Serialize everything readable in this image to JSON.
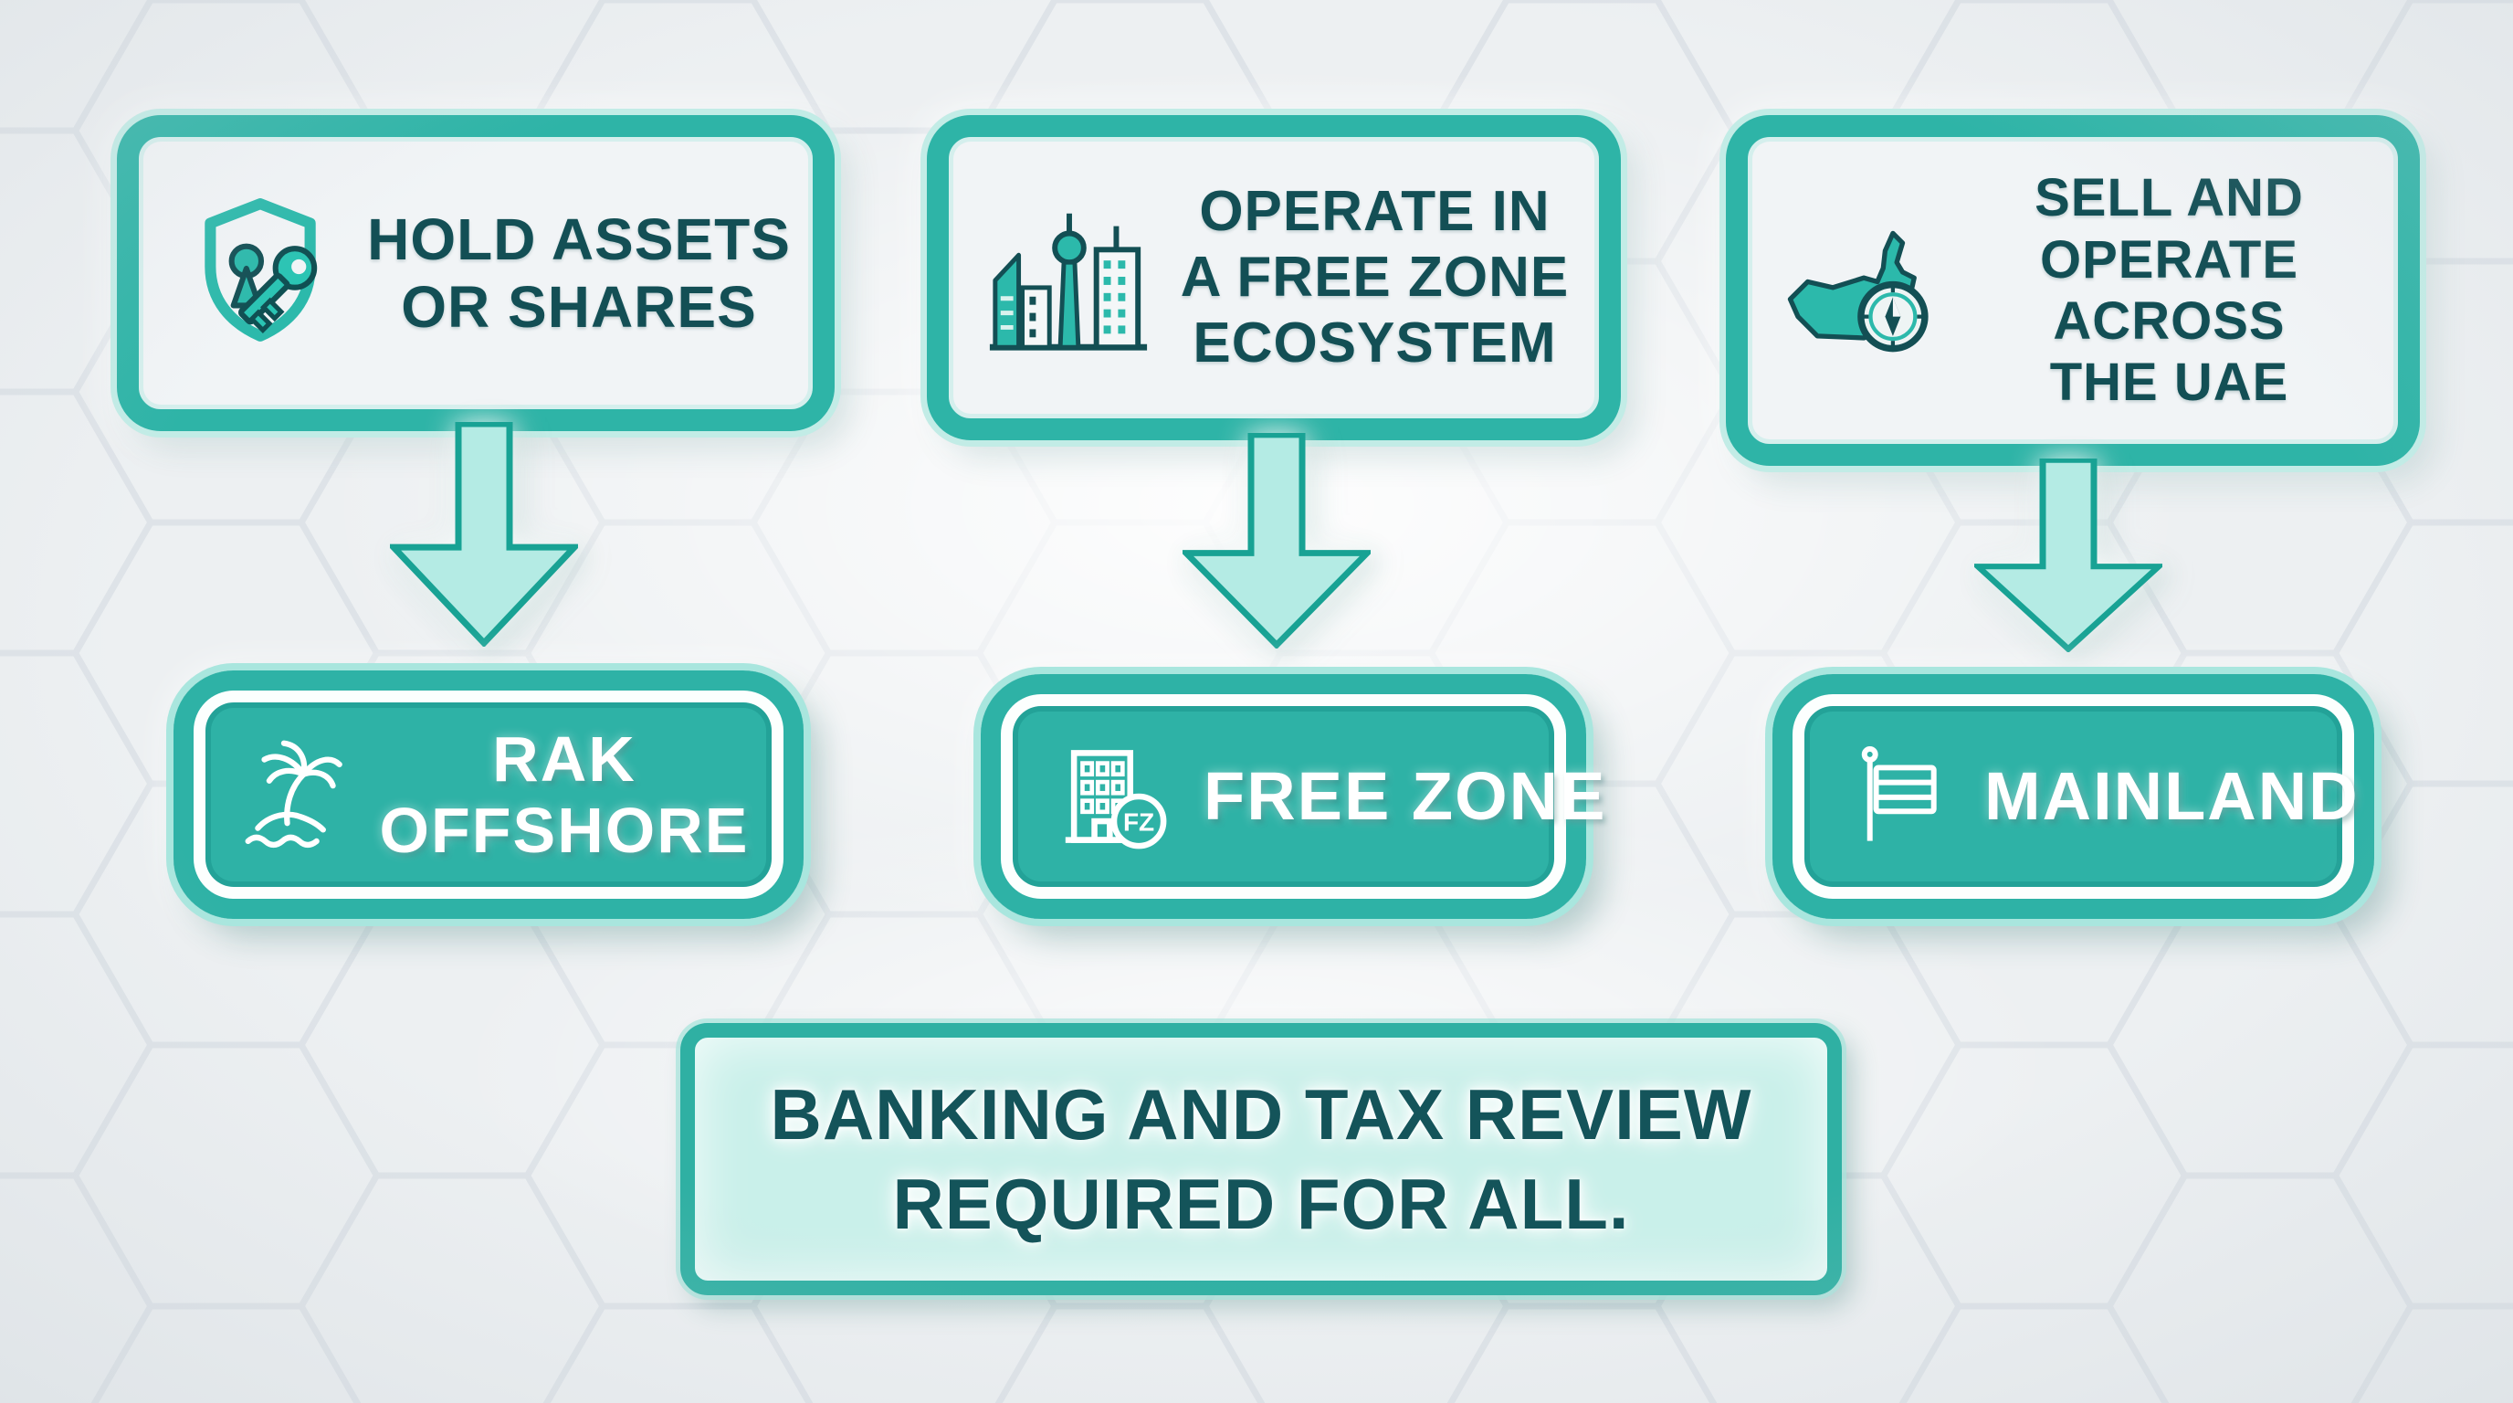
{
  "columns": [
    {
      "id": "rak-offshore",
      "top": {
        "lines": [
          "HOLD ASSETS",
          "OR SHARES"
        ],
        "icon": "shield-key-icon"
      },
      "bottom": {
        "lines": [
          "RAK",
          "OFFSHORE"
        ],
        "icon": "palm-island-icon"
      }
    },
    {
      "id": "free-zone",
      "top": {
        "lines": [
          "OPERATE IN",
          "A FREE ZONE",
          "ECOSYSTEM"
        ],
        "icon": "city-skyline-icon"
      },
      "bottom": {
        "lines": [
          "FREE ZONE"
        ],
        "badge": "FZ",
        "icon": "building-fz-icon"
      }
    },
    {
      "id": "mainland",
      "top": {
        "lines": [
          "SELL AND",
          "OPERATE",
          "ACROSS",
          "THE UAE"
        ],
        "icon": "uae-map-compass-icon"
      },
      "bottom": {
        "lines": [
          "MAINLAND"
        ],
        "icon": "flag-icon"
      }
    }
  ],
  "footer": {
    "lines": [
      "BANKING AND TAX REVIEW",
      "REQUIRED FOR ALL."
    ]
  },
  "colors": {
    "teal": "#2eb2a6",
    "teal_border": "#2eb4a7",
    "teal_dark_outline": "#134f55",
    "arrow_fill": "#b4ebe4",
    "arrow_stroke": "#18a294",
    "card_bg": "#f1f4f6",
    "banner_bg": "#c9f0ea",
    "page_bg": "#edf0f2",
    "text_dark": "#134f55",
    "text_white": "#ffffff"
  }
}
